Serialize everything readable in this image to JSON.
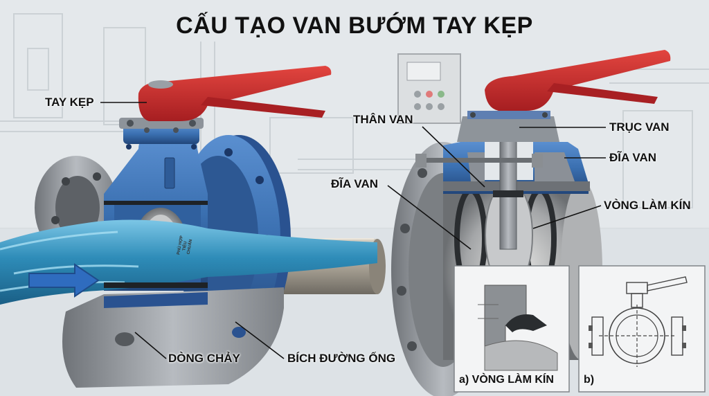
{
  "title": "CẤU TẠO VAN BƯỚM TAY KẸP",
  "labels": {
    "handle": "TAY KẸP",
    "flow": "DÒNG CHẢY",
    "pipe_flange": "BÍCH ĐƯỜNG ỐNG",
    "body": "THÂN VAN",
    "disc_left": "ĐĨA VAN",
    "stem": "TRỤC VAN",
    "disc_right": "ĐĨA VAN",
    "seal_ring": "VÒNG LÀM KÍN"
  },
  "insets": {
    "a_caption": "a) VÒNG LÀM KÍN",
    "b_caption": "b)"
  },
  "nameplate": [
    "PHÙ HỢP",
    "TIÊU CHUẨN"
  ],
  "colors": {
    "handle_red": "#c8282a",
    "valve_blue": "#3a6fb0",
    "flange_gray": "#9a9ea3",
    "water_blue": "#2e8cb8",
    "background": "#e4e8eb"
  }
}
